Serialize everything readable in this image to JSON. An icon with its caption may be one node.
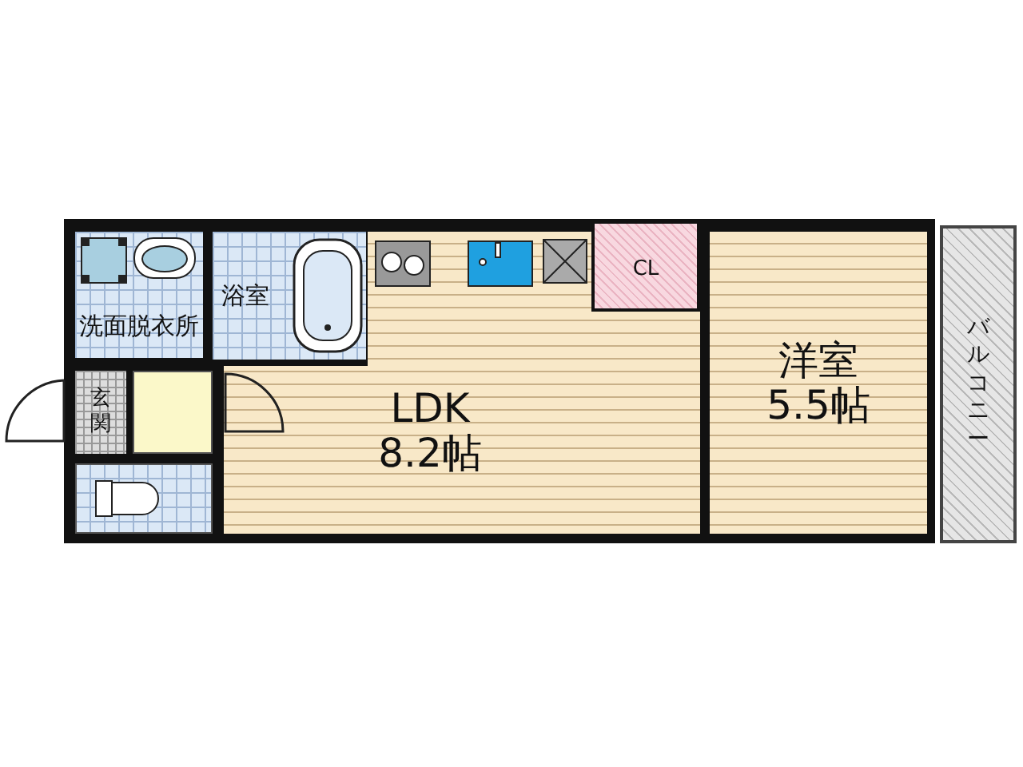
{
  "diagram": {
    "nodes": [
      {
        "text": [
          "洗面脱衣所"
        ]
      },
      {
        "text": [
          "浴室"
        ]
      },
      {
        "text": [
          "玄関"
        ]
      },
      {
        "text": [],
        "shape": "box"
      },
      {
        "text": [],
        "shape": "box"
      },
      {
        "text": [
          "LDK",
          "8.2帖"
        ]
      },
      {
        "text": [
          "CL"
        ]
      },
      {
        "text": [
          "洋室",
          "5.5帖"
        ]
      },
      {
        "text": [
          "バルコニー"
        ]
      }
    ]
  }
}
